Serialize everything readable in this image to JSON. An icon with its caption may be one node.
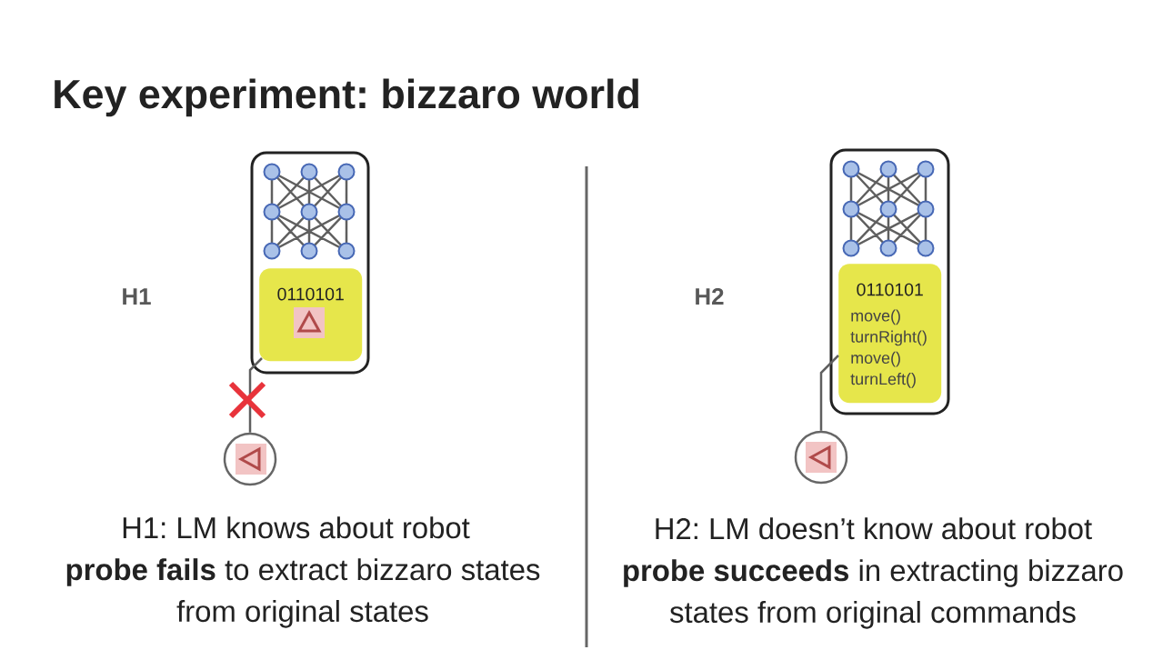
{
  "diagram": {
    "title": "Key experiment: bizzaro world",
    "nodes": [
      {
        "text": [],
        "shape": "box"
      },
      {
        "text": [
          "0110101"
        ],
        "in": 0
      },
      {
        "text": [],
        "shape": "circle"
      },
      {
        "text": [],
        "shape": "box"
      },
      {
        "text": [
          "0110101",
          "move() turnRight() move() turnLeft()"
        ],
        "in": 3
      },
      {
        "text": [],
        "shape": "circle"
      }
    ],
    "edges": [
      {
        "from": 2,
        "to": 1,
        "arrow": "none"
      },
      {
        "from": 5,
        "to": 4,
        "arrow": "none"
      }
    ],
    "labels": [
      "H1",
      "H2",
      "H1: LM knows about robot",
      "**probe fails** to extract bizzaro states from original states",
      "H2: LM doesn’t know about robot",
      "**probe succeeds** in extracting bizzaro states from original commands"
    ]
  }
}
